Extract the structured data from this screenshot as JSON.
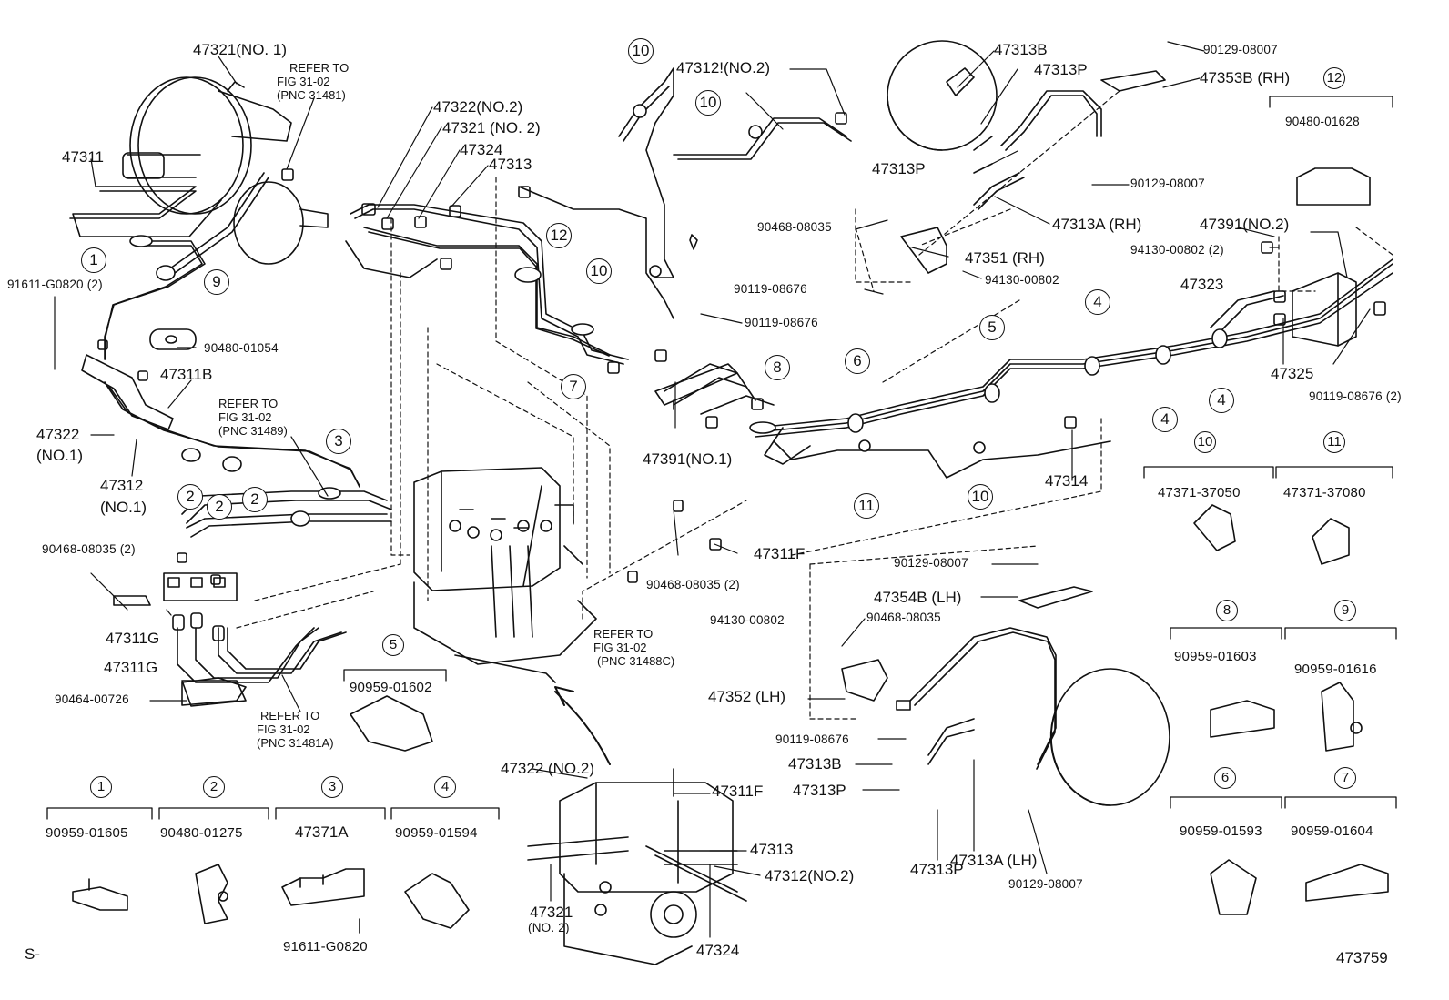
{
  "labels": {
    "p47321_no1": "47321(NO. 1)",
    "ref_31481_l1": "REFER TO",
    "ref_31481_l2": "FIG 31-02",
    "ref_31481_l3": "(PNC 31481)",
    "p47311": "47311",
    "p91611": "91611-G0820 (2)",
    "p90480_01054": "90480-01054",
    "p47311b": "47311B",
    "p47322_no1_a": "47322",
    "p47322_no1_b": "(NO.1)",
    "p47312_no1_a": "47312",
    "p47312_no1_b": "(NO.1)",
    "ref_31489_l1": "REFER TO",
    "ref_31489_l2": "FIG 31-02",
    "ref_31489_l3": "(PNC 31489)",
    "p90468_2_left": "90468-08035 (2)",
    "p47311g_a": "47311G",
    "p47311g_b": "47311G",
    "p90464": "90464-00726",
    "ref_31481a_l1": "REFER TO",
    "ref_31481a_l2": "FIG 31-02",
    "ref_31481a_l3": "(PNC 31481A)",
    "p47322_no2": "47322(NO.2)",
    "p47321_no2": "47321 (NO. 2)",
    "p47324": "47324",
    "p47313": "47313",
    "p47312_no2_top": "47312!(NO.2)",
    "p90119_mid": "90119-08676",
    "p47391_no1": "47391(NO.1)",
    "p47311f_mid": "47311F",
    "p90468_2_mid": "90468-08035 (2)",
    "ref_31488c_l1": "REFER TO",
    "ref_31488c_l2": "FIG 31-02",
    "ref_31488c_l3": "(PNC 31488C)",
    "p47313b_top": "47313B",
    "p47313p_top": "47313P",
    "p47313p_top2": "47313P",
    "p90129_top": "90129-08007",
    "p47353b": "47353B (RH)",
    "p90129_mid": "90129-08007",
    "p47313a_rh": "47313A (RH)",
    "p90468_rh": "90468-08035",
    "p47351": "47351 (RH)",
    "p90119_rh": "90119-08676",
    "p94130_rh": "94130-00802",
    "p47314": "47314",
    "p90480_01628": "90480-01628",
    "p47391_no2": "47391(NO.2)",
    "p94130_2": "94130-00802 (2)",
    "p47323": "47323",
    "p47325": "47325",
    "p90119_2": "90119-08676 (2)",
    "p90129_lh": "90129-08007",
    "p47354b": "47354B (LH)",
    "p94130_lh": "94130-00802",
    "p90468_lh": "90468-08035",
    "p47352": "47352 (LH)",
    "p90119_lh": "90119-08676",
    "p47313b_lh": "47313B",
    "p47313p_lh": "47313P",
    "p47313p_lh2": "47313P",
    "p47313a_lh": "47313A (LH)",
    "p90129_bot": "90129-08007",
    "p47322_no2_bot": "47322 (NO.2)",
    "p47311f_bot": "47311F",
    "p47313_bot": "47313",
    "p47312_no2_bot": "47312(NO.2)",
    "p47321_no2_bot_a": "47321",
    "p47321_no2_bot_b": "(NO. 2)",
    "p47324_bot": "47324",
    "corner_left": "S-",
    "corner_right": "473759"
  },
  "clamp_legend": [
    {
      "num": "1",
      "part": "90959-01605"
    },
    {
      "num": "2",
      "part": "90480-01275"
    },
    {
      "num": "3",
      "part": "47371A",
      "extra": "91611-G0820"
    },
    {
      "num": "4",
      "part": "90959-01594"
    },
    {
      "num": "5",
      "part": "90959-01602"
    },
    {
      "num": "6",
      "part": "90959-01593"
    },
    {
      "num": "7",
      "part": "90959-01604"
    },
    {
      "num": "8",
      "part": "90959-01603"
    },
    {
      "num": "9",
      "part": "90959-01616"
    },
    {
      "num": "10",
      "part": "47371-37050"
    },
    {
      "num": "11",
      "part": "47371-37080"
    },
    {
      "num": "12",
      "part": "90480-01628"
    }
  ],
  "callouts": {
    "c1": "1",
    "c2a": "2",
    "c2b": "2",
    "c2c": "2",
    "c3": "3",
    "c4a": "4",
    "c4b": "4",
    "c4c": "4",
    "c5": "5",
    "c6": "6",
    "c7": "7",
    "c8": "8",
    "c9": "9",
    "c10a": "10",
    "c10b": "10",
    "c10c": "10",
    "c10d": "10",
    "c11": "11",
    "c12": "12"
  },
  "colors": {
    "ink": "#111111",
    "paper": "#ffffff"
  }
}
